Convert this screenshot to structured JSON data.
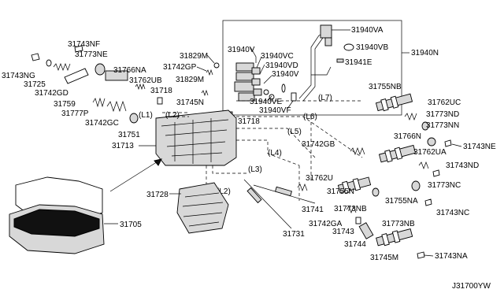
{
  "diagram_id": "J31700YW",
  "labels": {
    "p31940VA": "31940VA",
    "p31940VB": "31940VB",
    "p31940N": "31940N",
    "p31940V": "31940V",
    "p31940VC": "31940VC",
    "p31940VD": "31940VD",
    "p31940V_b": "31940V",
    "p31941E": "31941E",
    "p31940VE": "31940VE",
    "p31940VF": "31940VF",
    "p31743NF": "31743NF",
    "p31773NE": "31773NE",
    "p31766NA": "31766NA",
    "p31762UB": "31762UB",
    "p31829M_a": "31829M",
    "p31742GP": "31742GP",
    "p31829M_b": "31829M",
    "p31743NG": "31743NG",
    "p31725": "31725",
    "p31742GD": "31742GD",
    "p31718_a": "31718",
    "p31745N": "31745N",
    "p31759": "31759",
    "p31777P": "31777P",
    "p31742GC": "31742GC",
    "p31718_b": "31718",
    "p31751": "31751",
    "p31713": "31713",
    "p31755NB": "31755NB",
    "p31762UC": "31762UC",
    "p31773ND": "31773ND",
    "p31773NN": "31773NN",
    "p31766N": "31766N",
    "p31762UA": "31762UA",
    "p31743NE": "31743NE",
    "p31742GB": "31742GB",
    "p31743ND": "31743ND",
    "p31762U": "31762U",
    "p31773NC": "31773NC",
    "p31755N": "31755N",
    "p31755NA": "31755NA",
    "p31743NC": "31743NC",
    "p31728": "31728",
    "p31741": "31741",
    "p31773NB_a": "31773NB",
    "p31742GA": "31742GA",
    "p31773NB_b": "31773NB",
    "p31743": "31743",
    "p31731": "31731",
    "p31744": "31744",
    "p31745M": "31745M",
    "p31743NA": "31743NA",
    "p31705": "31705"
  },
  "refs": {
    "L1": "(L1)",
    "L2": "(L2)",
    "L2b": "(L2)",
    "L3": "(L3)",
    "L4": "(L4)",
    "L5": "(L5)",
    "L6": "(L6)",
    "L7": "(L7)"
  }
}
